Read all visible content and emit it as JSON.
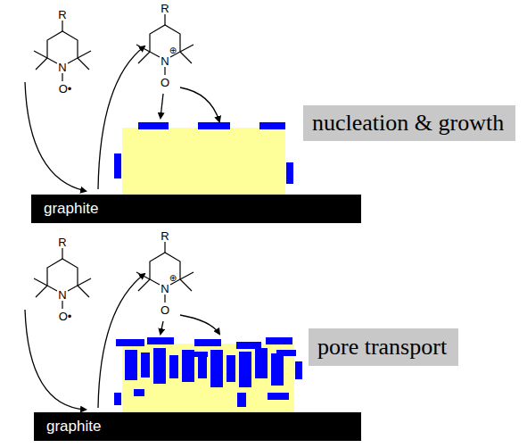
{
  "diagram": {
    "nodes": [
      {
        "text": [
          "nucleation & growth"
        ]
      },
      {
        "text": [
          "graphite"
        ]
      },
      {
        "text": [
          "pore transport"
        ]
      },
      {
        "text": [
          "graphite"
        ]
      }
    ],
    "labels": [
      "R",
      "N",
      "O•",
      "R",
      "⊕",
      "N",
      "O",
      "R",
      "N",
      "O•",
      "R",
      "⊕",
      "N",
      "O"
    ]
  }
}
